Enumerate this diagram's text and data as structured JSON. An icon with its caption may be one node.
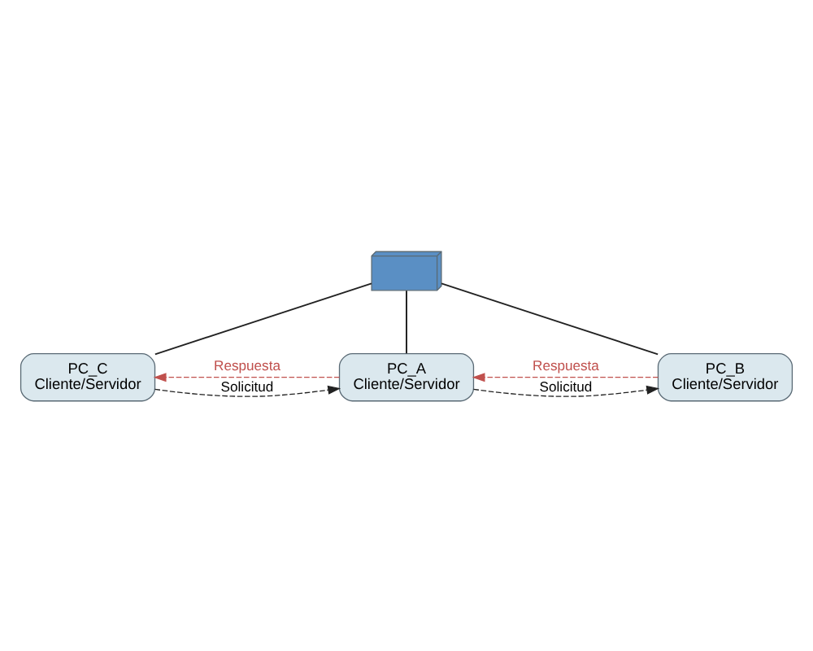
{
  "diagram": {
    "nodes": [
      {
        "text": [
          "PC_C",
          "Cliente/Servidor"
        ]
      },
      {
        "text": [],
        "shape": "picture"
      },
      {
        "text": [
          "PC_A",
          "Cliente/Servidor"
        ]
      },
      {
        "text": [
          "PC_B",
          "Cliente/Servidor"
        ]
      }
    ],
    "edges": [
      {
        "from": 1,
        "to": 0,
        "arrow": "none"
      },
      {
        "from": 1,
        "to": 2,
        "arrow": "none"
      },
      {
        "from": 1,
        "to": 3,
        "arrow": "none"
      },
      {
        "from": 0,
        "to": 2,
        "arrow": "to",
        "label": "Solicitud",
        "style": "dashed"
      },
      {
        "from": 2,
        "to": 0,
        "arrow": "to",
        "label": "Respuesta",
        "style": "dashed",
        "color": "#c0504d"
      },
      {
        "from": 2,
        "to": 3,
        "arrow": "to",
        "label": "Solicitud",
        "style": "dashed"
      },
      {
        "from": 3,
        "to": 2,
        "arrow": "to",
        "label": "Respuesta",
        "style": "dashed",
        "color": "#c0504d"
      }
    ]
  }
}
